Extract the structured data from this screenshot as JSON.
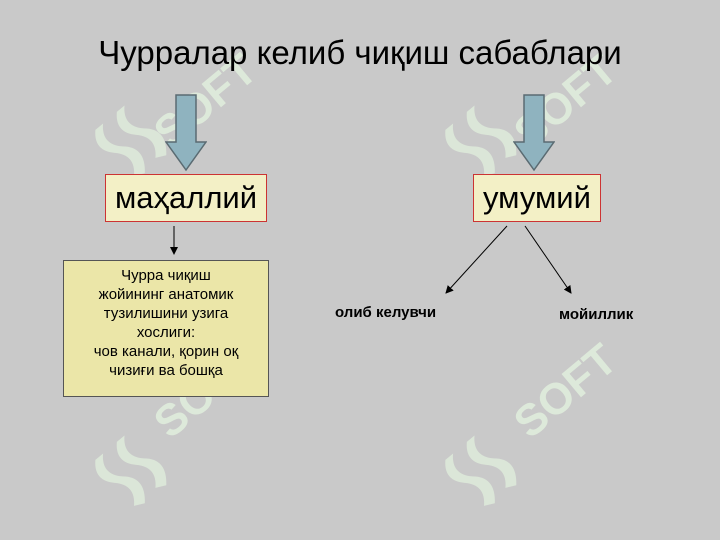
{
  "title": "Чурралар келиб чиқиш сабаблари",
  "nodes": {
    "local": "маҳаллий",
    "general": "умумий"
  },
  "local_description": {
    "lines": [
      "Чурра чиқиш",
      "жойининг анатомик",
      "тузилишини узига",
      "хослиги:",
      "чов канали, қорин оқ",
      "чизиғи ва бошқа"
    ]
  },
  "general_branches": {
    "acquired": "олиб келувчи",
    "fat": "мойиллик"
  },
  "watermark": {
    "text": "SOFT",
    "icon": "sigma-logo-icon"
  },
  "colors": {
    "background": "#c9c9c9",
    "arrow_fill": "#8fb3bf",
    "box_border": "#cc3333",
    "box_fill": "#f3f0c6",
    "desc_fill": "#ebe6a8",
    "watermark": "#dfe9dc"
  }
}
